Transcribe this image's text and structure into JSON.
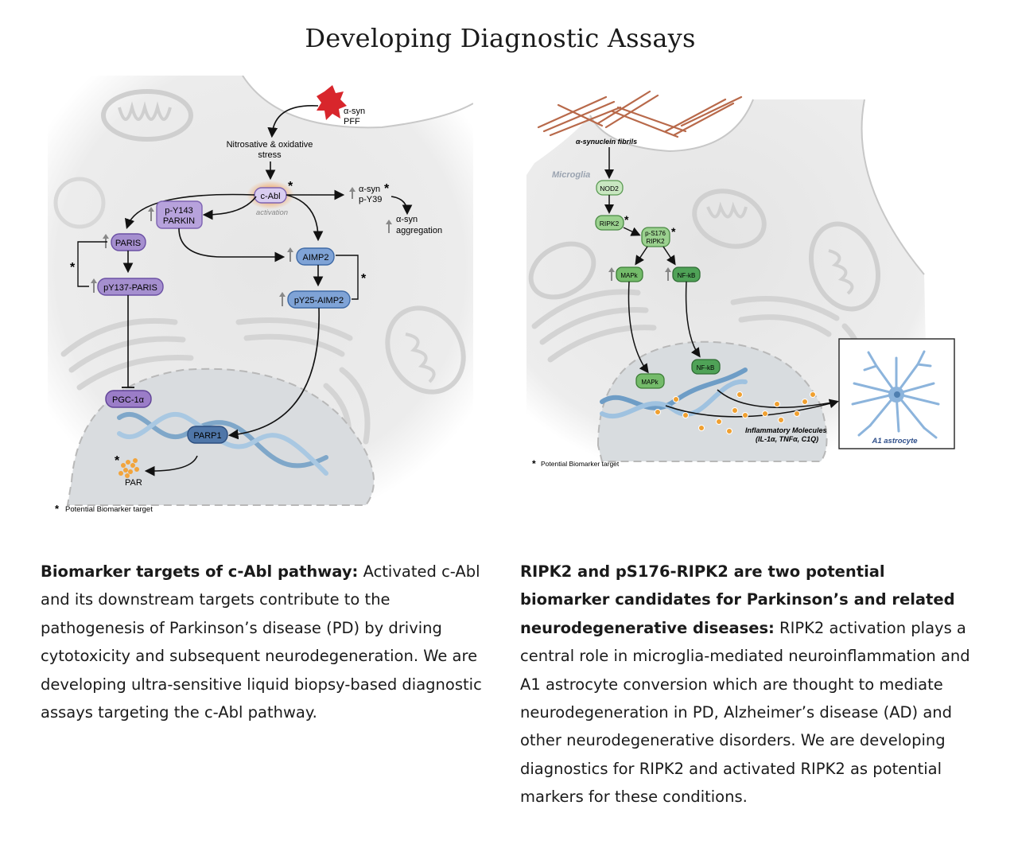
{
  "page": {
    "title": "Developing Diagnostic Assays"
  },
  "left_figure": {
    "labels": {
      "asyn_pff_line1": "α-syn",
      "asyn_pff_line2": "PFF",
      "stress_line1": "Nitrosative & oxidative",
      "stress_line2": "stress",
      "cabl": "c-Abl",
      "activation": "activation",
      "asyn_py39_line1": "α-syn",
      "asyn_py39_line2": "p-Y39",
      "aggregation_line1": "α-syn",
      "aggregation_line2": "aggregation",
      "parkin_line1": "p-Y143",
      "parkin_line2": "PARKIN",
      "paris": "PARIS",
      "py137_paris": "pY137-PARIS",
      "aimp2": "AIMP2",
      "py25_aimp2": "pY25-AIMP2",
      "pgc1a": "PGC-1α",
      "parp1": "PARP1",
      "par": "PAR",
      "asterisk": "*",
      "legend": "Potential Biomarker target"
    },
    "colors": {
      "purple": "#a58fcf",
      "blue": "#6e95cc",
      "parp_blue": "#4f76a8",
      "cabl_glow": "#f2a766",
      "par_orange": "#f2a43c",
      "cell_bg": "#ececec"
    }
  },
  "right_figure": {
    "labels": {
      "fibrils": "α-synuclein fibrils",
      "microglia": "Microglia",
      "nod2": "NOD2",
      "ripk2": "RIPK2",
      "ps176_line1": "p-S176",
      "ps176_line2": "RIPK2",
      "mapk": "MAPk",
      "nfkb": "NF-kB",
      "mapk_nuc": "MAPk",
      "nfkb_nuc": "NF-kB",
      "inflammatory_line1": "Inflammatory Molecules",
      "inflammatory_line2": "(IL-1α, TNFα, C1Q)",
      "astrocyte": "A1 astrocyte",
      "asterisk": "*",
      "legend": "Potential Biomarker target"
    },
    "colors": {
      "green_light": "#b9deb0",
      "green_mid": "#84c47a",
      "green_dark": "#4fa257",
      "astro_blue": "#8cb4dc",
      "fibril_brown": "#b8694a",
      "dot_orange": "#f0a030"
    }
  },
  "captions": {
    "left": {
      "bold": "Biomarker targets of c-Abl pathway:",
      "text": " Activated c-Abl and its downstream targets contribute to the pathogenesis of Parkinson’s disease (PD) by driving cytotoxicity and subsequent neurodegeneration. We are developing ultra-sensitive liquid biopsy-based diagnostic assays targeting the c-Abl pathway."
    },
    "right": {
      "bold": "RIPK2 and pS176-RIPK2 are two potential biomarker candidates for Parkinson’s and related neurodegenerative diseases:",
      "text": " RIPK2 activation plays a central role in microglia-mediated neuroinflammation and A1 astrocyte conversion which are thought to mediate neurodegeneration in PD, Alzheimer’s disease (AD) and other neurodegenerative disorders. We are developing diagnostics for RIPK2 and activated RIPK2 as potential markers for these conditions."
    }
  }
}
